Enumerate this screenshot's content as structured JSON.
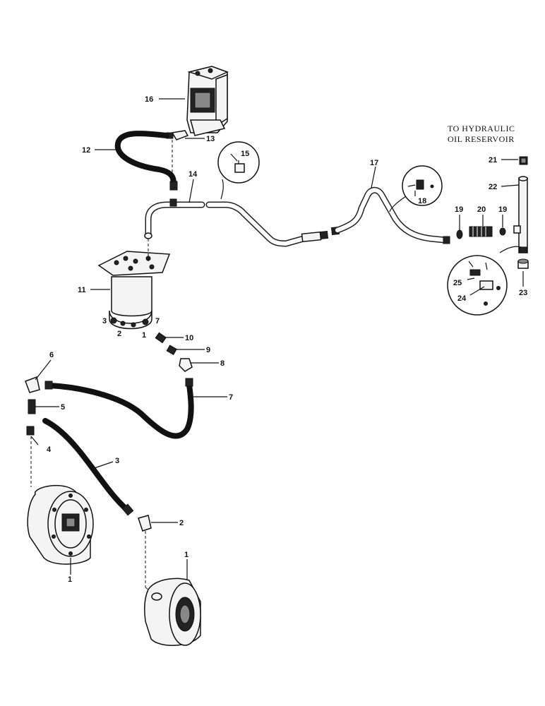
{
  "diagram": {
    "note_line1": "TO HYDRAULIC",
    "note_line2": "OIL RESERVOIR",
    "callouts": [
      "1",
      "1",
      "2",
      "3",
      "4",
      "5",
      "6",
      "7",
      "8",
      "9",
      "10",
      "11",
      "12",
      "13",
      "14",
      "15",
      "16",
      "17",
      "18",
      "19",
      "19",
      "20",
      "21",
      "22",
      "23",
      "24",
      "25"
    ],
    "port_labels": {
      "p3": "3",
      "p2": "2",
      "p1": "1",
      "p7": "7"
    }
  }
}
